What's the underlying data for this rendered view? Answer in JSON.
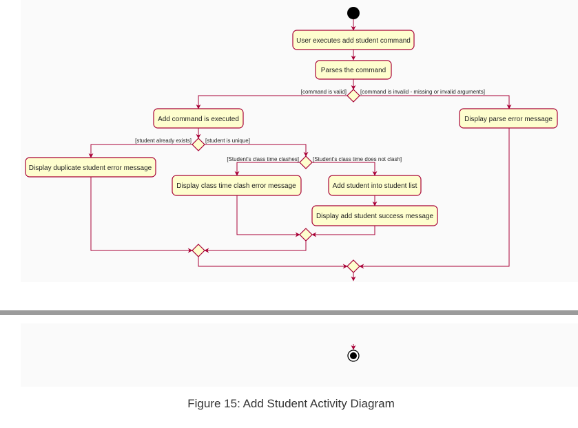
{
  "diagram": {
    "nodes": {
      "user_executes": "User executes add student command",
      "parses": "Parses the command",
      "add_command_executed": "Add command is executed",
      "display_parse_error": "Display parse error message",
      "display_duplicate": "Display duplicate student error message",
      "display_clash": "Display class time clash error message",
      "add_into_list": "Add student into student list",
      "display_success": "Display add student success message"
    },
    "guards": {
      "command_valid": "[command is valid]",
      "command_invalid": "[command is invalid - missing or invalid arguments]",
      "student_exists": "[student already exists]",
      "student_unique": "[student is unique]",
      "time_clashes": "[Student's class time clashes]",
      "time_no_clash": "[Student's class time does not clash]"
    },
    "colors": {
      "node_fill": "#fefece",
      "node_stroke": "#a80036",
      "edge": "#a80036"
    }
  },
  "caption": "Figure 15: Add Student Activity Diagram"
}
